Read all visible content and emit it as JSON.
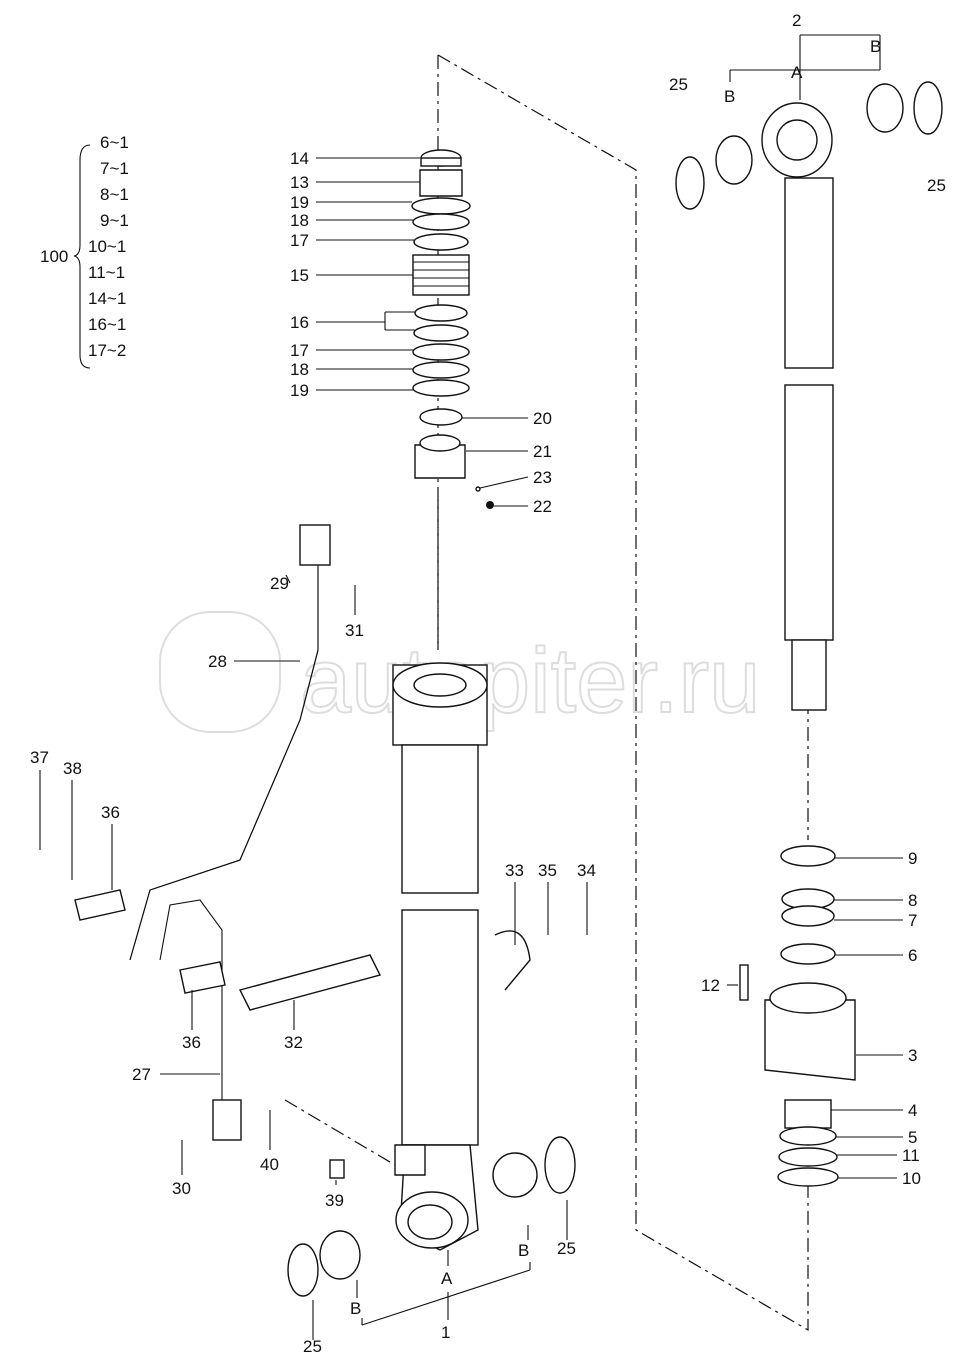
{
  "diagram": {
    "watermark": "autopiter.ru",
    "kit": {
      "number": "100",
      "items": [
        "6~1",
        "7~1",
        "8~1",
        "9~1",
        "10~1",
        "11~1",
        "14~1",
        "16~1",
        "17~2"
      ]
    },
    "callouts": [
      "14",
      "13",
      "19",
      "18",
      "17",
      "15",
      "16",
      "17",
      "18",
      "19",
      "20",
      "21",
      "23",
      "22",
      "2",
      "A",
      "B",
      "B",
      "25",
      "25",
      "9",
      "8",
      "7",
      "6",
      "12",
      "3",
      "4",
      "5",
      "11",
      "10",
      "29",
      "31",
      "28",
      "37",
      "38",
      "36",
      "33",
      "35",
      "34",
      "36",
      "32",
      "27",
      "30",
      "40",
      "39",
      "25",
      "B",
      "A",
      "B",
      "25",
      "1"
    ]
  }
}
